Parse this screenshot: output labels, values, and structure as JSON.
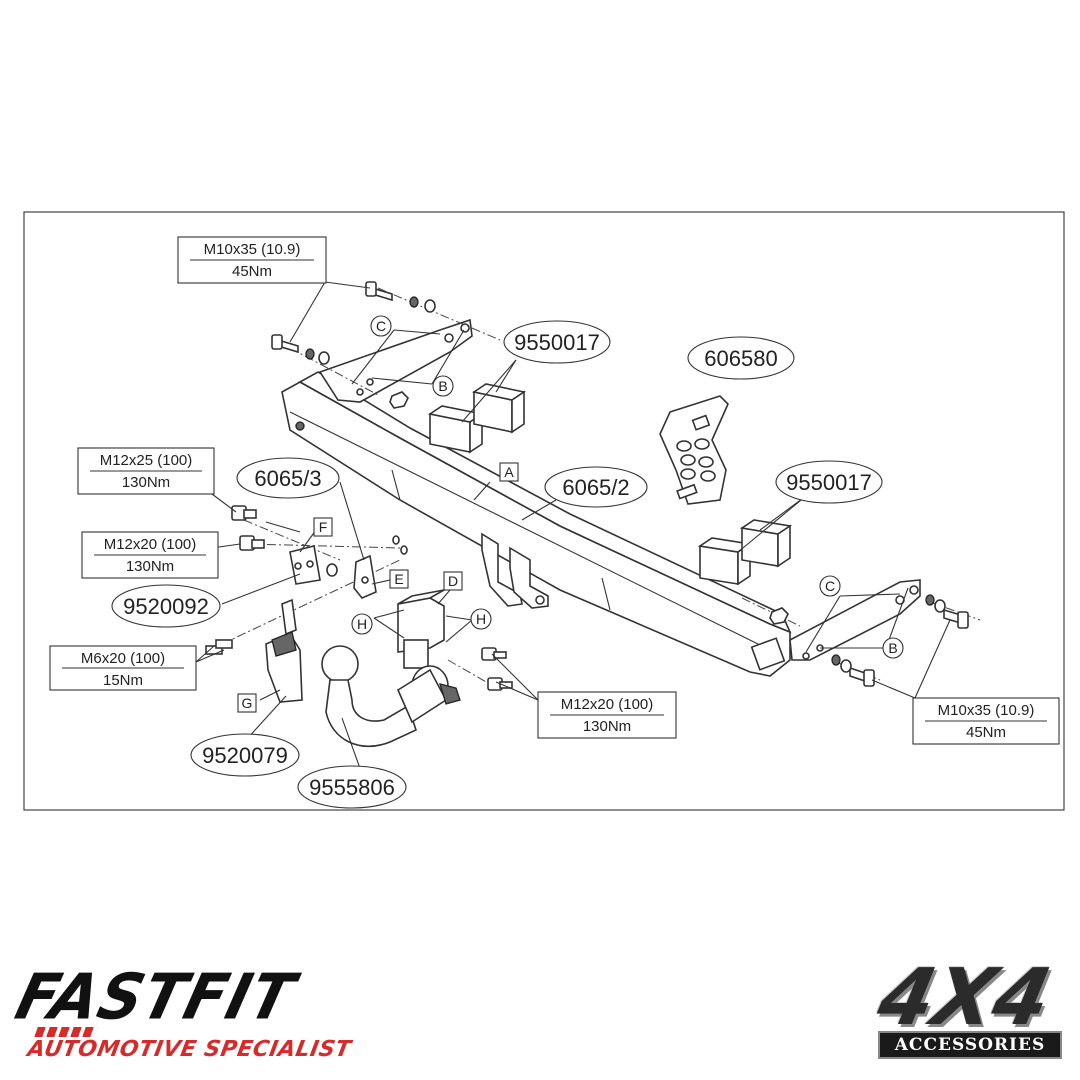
{
  "callouts": {
    "towbar": "6065/2",
    "socket_plate": "6065/3",
    "bolt_kit": "606580",
    "spacer_left": "9550017",
    "spacer_right": "9550017",
    "bracket_small": "9520092",
    "socket_bracket": "9520079",
    "detachable_neck": "9555806"
  },
  "letters": {
    "a": "A",
    "b_left": "B",
    "b_right": "B",
    "c_left": "C",
    "c_right": "C",
    "d": "D",
    "e": "E",
    "f": "F",
    "g": "G",
    "h_left": "H",
    "h_right": "H"
  },
  "hardware": {
    "top_left": {
      "bolt": "M10x35 (10.9)",
      "torque": "45Nm"
    },
    "left_upper": {
      "bolt": "M12x25 (100)",
      "torque": "130Nm"
    },
    "left_middle": {
      "bolt": "M12x20 (100)",
      "torque": "130Nm"
    },
    "left_lower": {
      "bolt": "M6x20 (100)",
      "torque": "15Nm"
    },
    "center": {
      "bolt": "M12x20 (100)",
      "torque": "130Nm"
    },
    "right": {
      "bolt": "M10x35 (10.9)",
      "torque": "45Nm"
    }
  },
  "branding": {
    "fastfit": "FASTFIT",
    "fastfit_tagline": "AUTOMOTIVE SPECIALIST",
    "fourbyfour": "4X4",
    "fourbyfour_tagline": "ACCESSORIES"
  },
  "colors": {
    "line": "#333333",
    "brand_red": "#d52b2b",
    "brand_dark": "#1a1a1a"
  }
}
